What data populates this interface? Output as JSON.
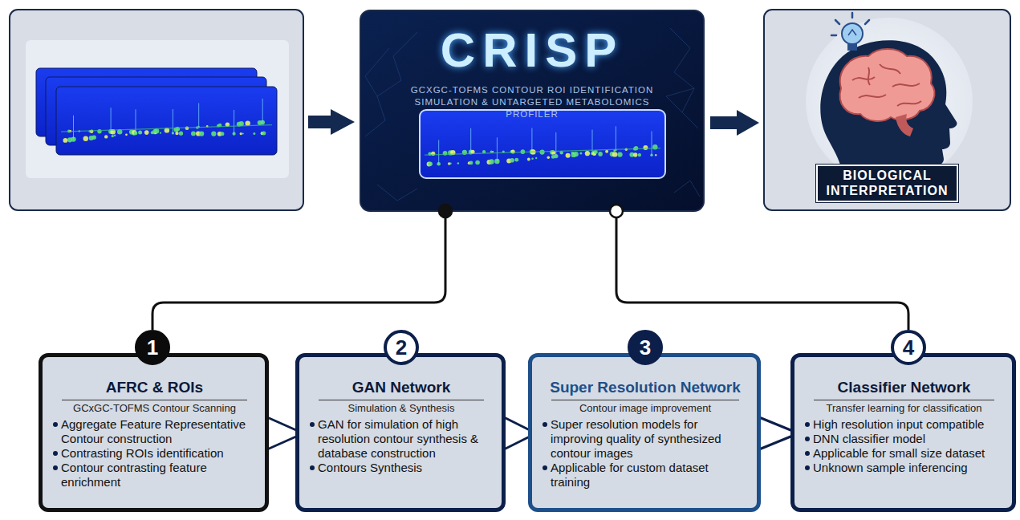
{
  "diagram": {
    "nodes": [
      {
        "text": [
          "CRISP",
          "GCXGC-TOFMS CONTOUR ROI IDENTIFICATION SIMULATION & UNTARGETED METABOLOMICS PROFILER"
        ]
      },
      {
        "text": [
          "BIOLOGICAL INTERPRETATION"
        ]
      },
      {
        "text": [
          "1"
        ]
      },
      {
        "text": [
          "AFRC & ROIs",
          "GCxGC-TOFMS Contour Scanning",
          "Aggregate Feature Representative Contour construction",
          "Contrasting ROIs identification",
          "Contour contrasting feature enrichment"
        ]
      },
      {
        "text": [
          "2"
        ]
      },
      {
        "text": [
          "GAN Network",
          "Simulation & Synthesis",
          "GAN for simulation of high resolution contour synthesis & database construction",
          "Contours Synthesis"
        ]
      },
      {
        "text": [
          "3"
        ]
      },
      {
        "text": [
          "Super Resolution Network",
          "Contour image improvement",
          "Super resolution models for improving quality of synthesized contour images",
          "Applicable for custom dataset training"
        ]
      },
      {
        "text": [
          "4"
        ]
      },
      {
        "text": [
          "Classifier Network",
          "Transfer learning for classification",
          "High resolution input compatible",
          "DNN classifier model",
          "Applicable for small size dataset",
          "Unknown sample inferencing"
        ]
      }
    ],
    "edges": [
      {
        "from": 0,
        "to": 1,
        "arrow": "to"
      },
      {
        "from": 0,
        "to": 2,
        "arrow": "none"
      },
      {
        "from": 0,
        "to": 8,
        "arrow": "none"
      },
      {
        "from": 3,
        "to": 5,
        "arrow": "to"
      },
      {
        "from": 5,
        "to": 7,
        "arrow": "to"
      },
      {
        "from": 7,
        "to": 9,
        "arrow": "to"
      }
    ]
  }
}
